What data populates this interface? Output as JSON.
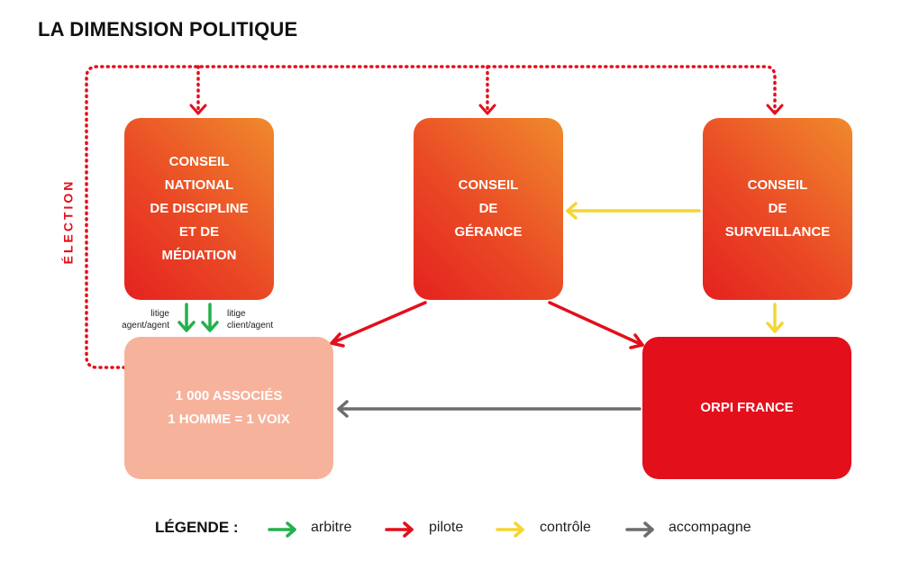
{
  "title": "LA DIMENSION POLITIQUE",
  "election_label": "ÉLECTION",
  "nodes": {
    "cnd": "CONSEIL\nNATIONAL\nDE DISCIPLINE\nET DE\nMÉDIATION",
    "cg": "CONSEIL\nDE\nGÉRANCE",
    "cs": "CONSEIL\nDE\nSURVEILLANCE",
    "associes": "1 000 ASSOCIÉS\n1 HOMME = 1 VOIX",
    "orpi": "ORPI FRANCE"
  },
  "edge_labels": {
    "litige_agent": "litige\nagent/agent",
    "litige_client": "litige\nclient/agent"
  },
  "legend": {
    "title": "LÉGENDE :",
    "items": [
      {
        "label": "arbitre",
        "color": "#22b14c"
      },
      {
        "label": "pilote",
        "color": "#e30f1b"
      },
      {
        "label": "contrôle",
        "color": "#f5d531"
      },
      {
        "label": "accompagne",
        "color": "#6d6d6d"
      }
    ]
  },
  "colors": {
    "election": "#e30f1b",
    "arbitre": "#22b14c",
    "pilote": "#e30f1b",
    "controle": "#f5d531",
    "accompagne": "#6d6d6d",
    "associes_box": "#f6b29a",
    "orpi_box": "#e30f1b"
  }
}
